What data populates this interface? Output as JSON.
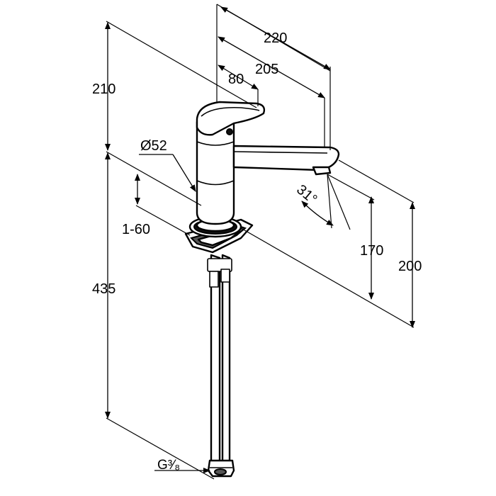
{
  "dimensions": {
    "d220": "220",
    "d205": "205",
    "d80": "80",
    "d210": "210",
    "d52": "Ø52",
    "d1_60": "1-60",
    "d435": "435",
    "d31": "31°",
    "d170": "170",
    "d200": "200",
    "thread": "G³⁄₈"
  }
}
